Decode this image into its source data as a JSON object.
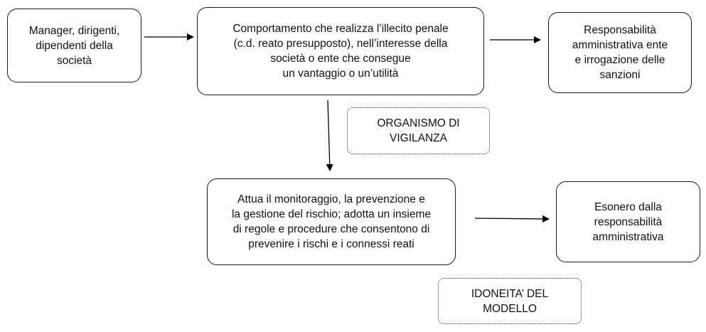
{
  "diagram": {
    "nodes": {
      "actors": "Manager, dirigenti,\ndipendenti della\nsocietà",
      "behavior": "Comportamento che realizza l’illecito penale\n(c.d. reato presupposto), nell’interesse della\nsocietà o ente che consegue\nun vantaggio o un’utilità",
      "liability": "Responsabilità\namministrativa ente\ne irrogazione delle\nsanzioni",
      "supervisory_body": "ORGANISMO DI\nVIGILANZA",
      "measures": "Attua il monitoraggio, la prevenzione e\nla gestione del rischio; adotta un insieme\ndi regole e procedure che consentono di\nprevenire i rischi e i connessi reati",
      "exemption": "Esonero dalla\nresponsabilità\namministrativa",
      "model_suitability": "IDONEITA’ DEL\nMODELLO"
    },
    "edges": [
      {
        "from": "actors",
        "to": "behavior"
      },
      {
        "from": "behavior",
        "to": "liability"
      },
      {
        "from": "behavior",
        "to": "measures"
      },
      {
        "from": "measures",
        "to": "exemption"
      }
    ]
  }
}
